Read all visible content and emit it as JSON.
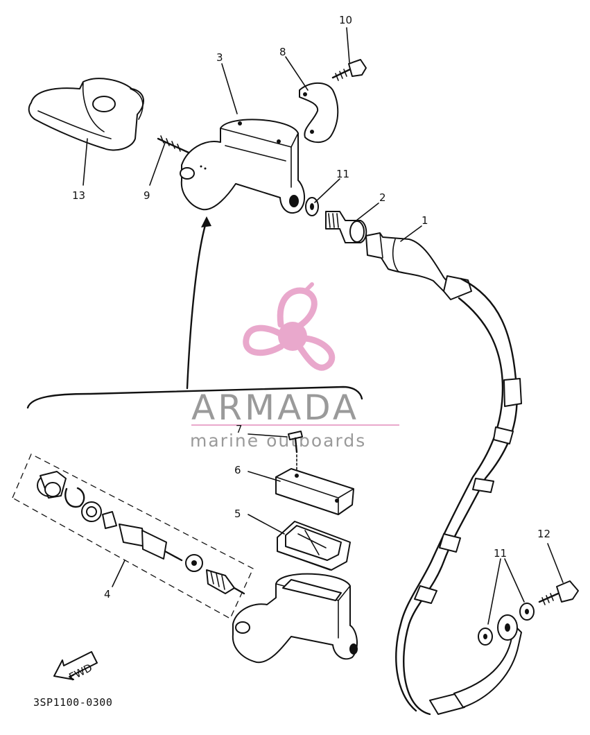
{
  "diagram": {
    "code": "3SP1100-0300",
    "fwd_label": "FWD",
    "callouts": {
      "c1": "1",
      "c2": "2",
      "c3": "3",
      "c4": "4",
      "c5": "5",
      "c6": "6",
      "c7": "7",
      "c8": "8",
      "c9": "9",
      "c10": "10",
      "c11a": "11",
      "c11b": "11",
      "c12": "12",
      "c13": "13"
    }
  },
  "watermark": {
    "brand": "ARMADA",
    "tagline": "marine outboards",
    "colors": {
      "pink": "#e9a8cc",
      "gray": "#9a9a9a"
    }
  }
}
